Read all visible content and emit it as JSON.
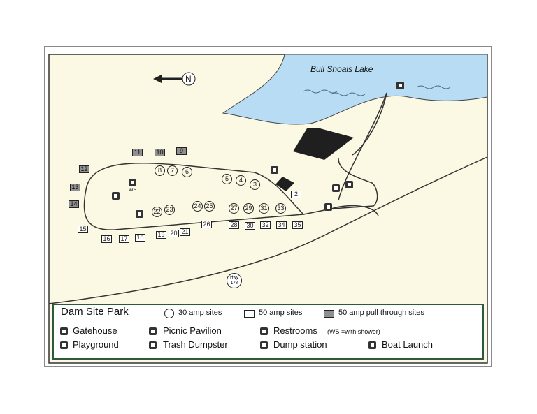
{
  "map": {
    "lake_label": "Bull Shoals Lake",
    "north_label": "N",
    "highway_label": "Hwy 178",
    "ws_label": "WS",
    "sites_30_amp": [
      "8",
      "7",
      "6",
      "5",
      "4",
      "3",
      "22",
      "23",
      "24",
      "25",
      "27",
      "29",
      "31",
      "33"
    ],
    "sites_50_amp": [
      "15",
      "16",
      "17",
      "18",
      "19",
      "20",
      "21",
      "26",
      "28",
      "30",
      "32",
      "34",
      "35",
      "2"
    ],
    "sites_50_amp_pull_through": [
      "11",
      "10",
      "9",
      "12",
      "13",
      "14"
    ]
  },
  "legend": {
    "title": "Dam Site Park",
    "amp30": "30 amp sites",
    "amp50": "50 amp sites",
    "amp50_pull": "50 amp pull through sites",
    "gatehouse": "Gatehouse",
    "playground": "Playground",
    "picnic": "Picnic Pavilion",
    "trash": "Trash Dumpster",
    "restrooms": "Restrooms",
    "ws_note": "(WS =with shower)",
    "dump": "Dump station",
    "boat": "Boat Launch"
  },
  "colors": {
    "lake": "#b7dcf4",
    "land": "#fbf8e3",
    "road": "#333333",
    "dark_area": "#1f1f1f",
    "legend_border": "#2d5a3d"
  }
}
